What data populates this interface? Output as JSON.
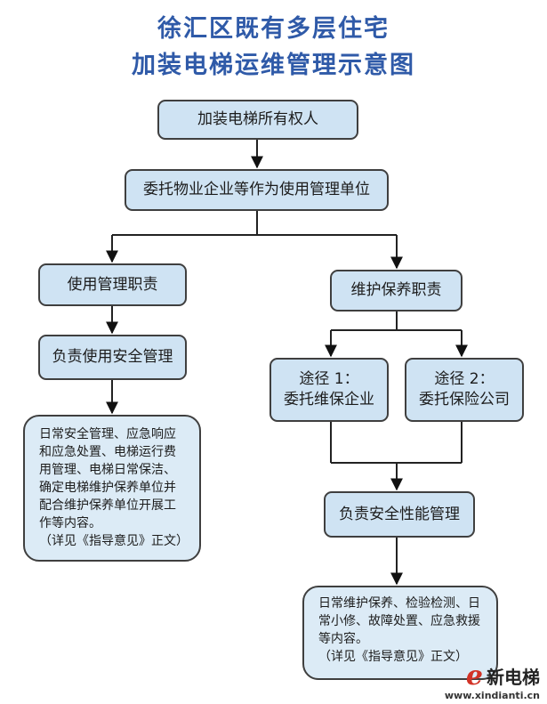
{
  "title": {
    "line1": "徐汇区既有多层住宅",
    "line2": "加装电梯运维管理示意图"
  },
  "nodes": {
    "owner": "加装电梯所有权人",
    "delegate": "委托物业企业等作为使用管理单位",
    "use_duty": "使用管理职责",
    "use_safety": "负责使用安全管理",
    "use_detail": [
      "日常安全管理、应急响应",
      "和应急处置、电梯运行费",
      "用管理、电梯日常保洁、",
      "确定电梯维护保养单位并",
      "配合维护保养单位开展工",
      "作等内容。",
      "（详见《指导意见》正文）"
    ],
    "maint_duty": "维护保养职责",
    "path1": {
      "line1": "途径 1：",
      "line2": "委托维保企业"
    },
    "path2": {
      "line1": "途径 2：",
      "line2": "委托保险公司"
    },
    "perf_safety": "负责安全性能管理",
    "maint_detail": [
      "日常维护保养、检验检测、日",
      "常小修、故障处置、应急救援",
      "等内容。",
      "（详见《指导意见》正文）"
    ]
  },
  "watermark": {
    "mark": "e",
    "name": "新电梯",
    "url": "www.xindianti.cn"
  }
}
